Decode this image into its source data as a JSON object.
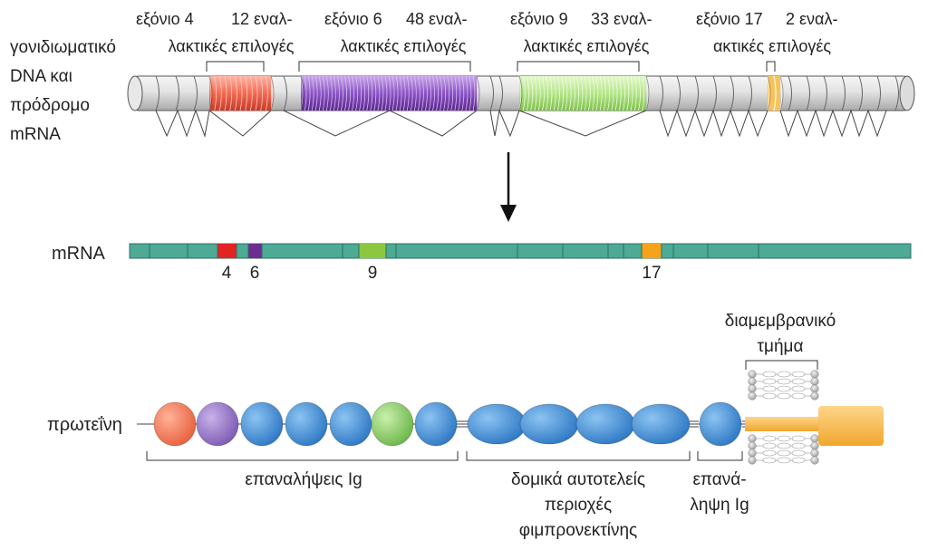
{
  "genomic_label": [
    "γονιδιωματικό",
    "DNA και",
    "πρόδρομο",
    "mRNA"
  ],
  "exon_groups": [
    {
      "exon": "εξόνιο 4",
      "alt_line1": "12 εναλ-",
      "alt_line2": "λακτικές επιλογές",
      "color": "#e8453c"
    },
    {
      "exon": "εξόνιο 6",
      "alt_line1": "48 εναλ-",
      "alt_line2": "λακτικές επιλογές",
      "color": "#7b3fa0"
    },
    {
      "exon": "εξόνιο 9",
      "alt_line1": "33 εναλ-",
      "alt_line2": "λακτικές επιλογές",
      "color": "#8cd26a"
    },
    {
      "exon": "εξόνιο 17",
      "alt_line1": "2 εναλ-",
      "alt_line2": "ακτικές επιλογές",
      "color": "#f5a623"
    }
  ],
  "mrna": {
    "label": "mRNA",
    "exon_labels": [
      "4",
      "6",
      "9",
      "17"
    ],
    "colors": {
      "base": "#4daa94",
      "exon4": "#e32322",
      "exon6": "#6c2c91",
      "exon9": "#8dc63f",
      "exon17": "#f7a21b"
    }
  },
  "protein": {
    "label": "πρωτεΐνη",
    "domain_colors": {
      "red": "#f27a5a",
      "purple": "#9b7cc8",
      "blue": "#4a96dc",
      "green": "#8fcf6e",
      "tail": "#f5b54a",
      "membrane": "#bfbfbf"
    },
    "brackets": {
      "ig_repeats": "επαναλήψεις Ig",
      "fibronectin": [
        "δομικά αυτοτελείς",
        "περιοχές",
        "φιμπρονεκτίνης"
      ],
      "ig_repeat": [
        "επανά-",
        "ληψη Ig"
      ],
      "transmembrane": [
        "διαμεμβρανικό",
        "τμήμα"
      ]
    }
  }
}
